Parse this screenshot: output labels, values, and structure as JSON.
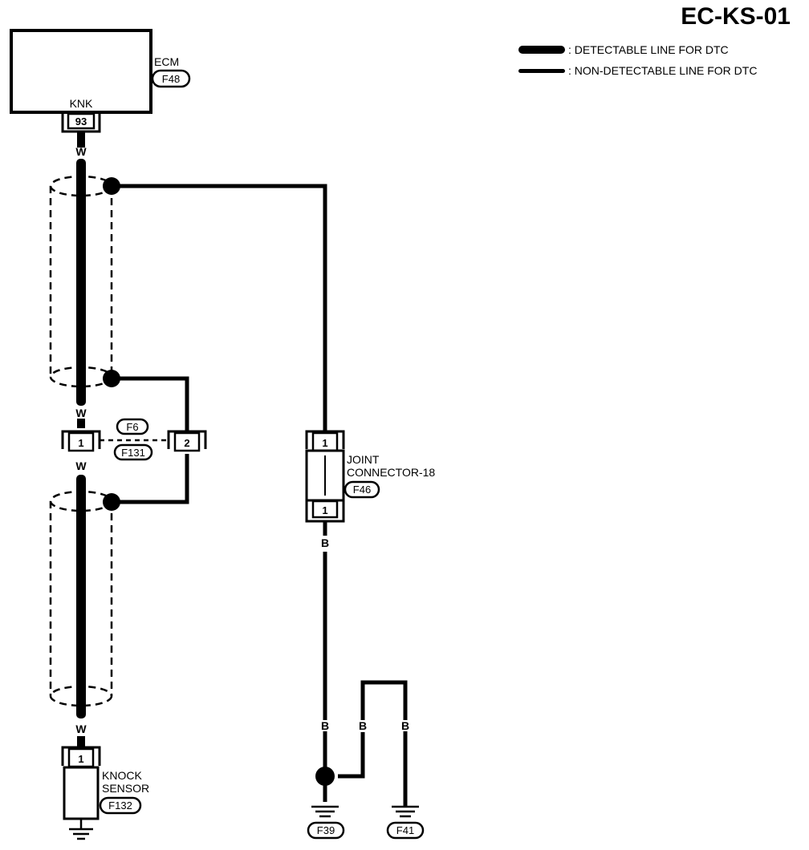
{
  "diagram": {
    "code": "EC-KS-01",
    "legend": {
      "detectable": ": DETECTABLE LINE FOR DTC",
      "non_detectable": ": NON-DETECTABLE LINE FOR DTC"
    },
    "ecm": {
      "name": "ECM",
      "connector": "F48",
      "terminal_name": "KNK",
      "terminal_no": "93"
    },
    "inline_connector": {
      "ids": [
        "F6",
        "F131"
      ],
      "pin_left": "1",
      "pin_right": "2"
    },
    "joint_connector": {
      "name_line1": "JOINT",
      "name_line2": "CONNECTOR-18",
      "connector": "F46",
      "pin_top": "1",
      "pin_bottom": "1"
    },
    "knock_sensor": {
      "name_line1": "KNOCK",
      "name_line2": "SENSOR",
      "connector": "F132",
      "pin": "1"
    },
    "wire_colors": {
      "ecm_out": "W",
      "above_inline": "W",
      "below_inline": "W",
      "to_sensor": "W",
      "joint_out": "B",
      "ground_a": "B",
      "ground_b": "B",
      "ground_c": "B"
    },
    "grounds": [
      "F39",
      "F41"
    ]
  }
}
